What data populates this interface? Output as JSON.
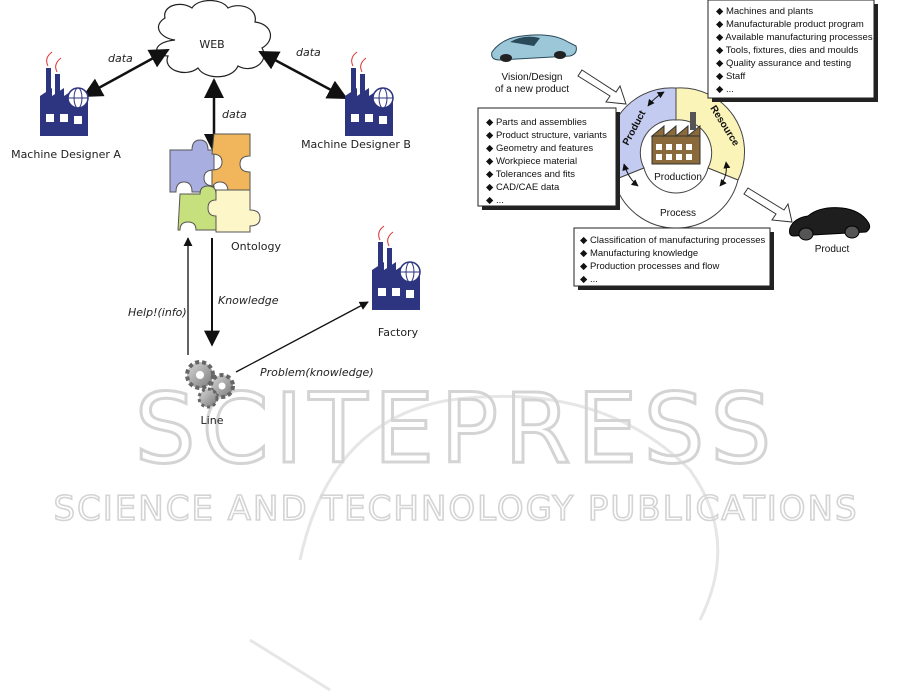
{
  "left_diagram": {
    "web_label": "WEB",
    "data_label": "data",
    "designer_a": "Machine Designer A",
    "designer_b": "Machine Designer B",
    "ontology": "Ontology",
    "factory": "Factory",
    "line": "Line",
    "help_info": "Help!(info)",
    "knowledge": "Knowledge",
    "problem_knowledge": "Problem(knowledge)"
  },
  "right_diagram": {
    "vision_line1": "Vision/Design",
    "vision_line2": "of a new product",
    "product_label": "Product",
    "resource_label": "Resource",
    "process_label": "Process",
    "production_label": "Production",
    "product_output": "Product",
    "resource_items": [
      "Machines and plants",
      "Manufacturable product program",
      "Available manufacturing processes",
      "Tools, fixtures, dies and moulds",
      "Quality assurance and testing",
      "Staff",
      "..."
    ],
    "product_items": [
      "Parts and assemblies",
      "Product structure, variants",
      "Geometry and features",
      "Workpiece material",
      "Tolerances and fits",
      "CAD/CAE data",
      "..."
    ],
    "process_items": [
      "Classification of manufacturing processes",
      "Manufacturing knowledge",
      "Production processes and flow",
      "..."
    ]
  },
  "watermark": {
    "line1": "SCITEPRESS",
    "line2": "SCIENCE AND TECHNOLOGY PUBLICATIONS"
  }
}
